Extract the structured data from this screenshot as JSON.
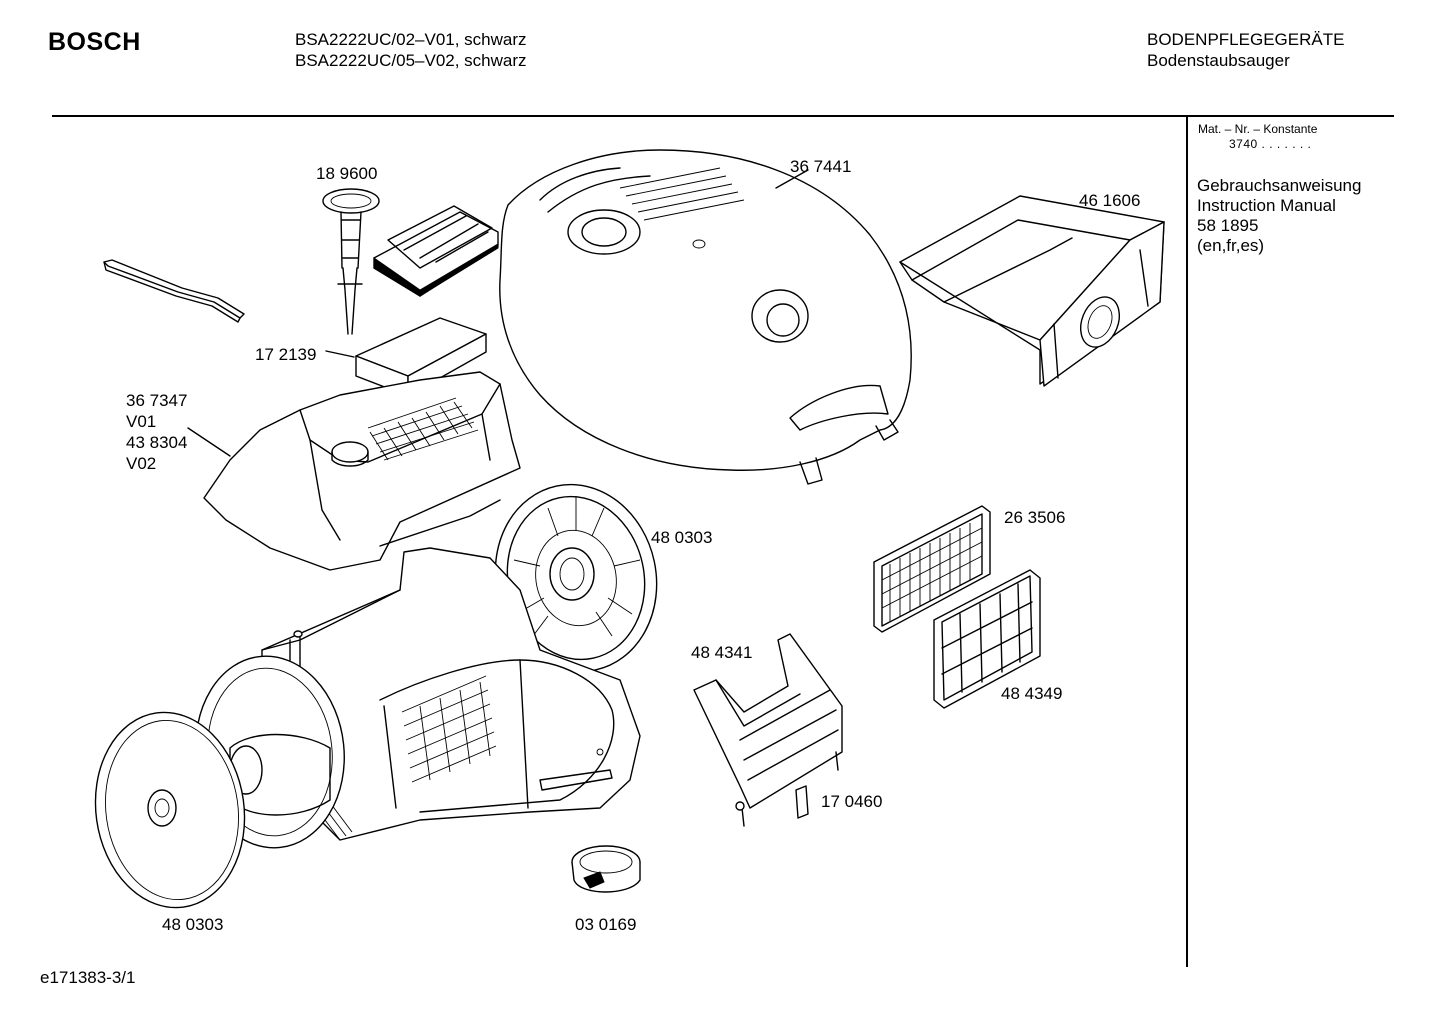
{
  "header": {
    "brand": "BOSCH",
    "model_lines": [
      "BSA2222UC/02–V01, schwarz",
      "BSA2222UC/05–V02, schwarz"
    ],
    "category_lines": [
      "BODENPFLEGEGERÄTE",
      "Bodenstaubsauger"
    ]
  },
  "sidebar": {
    "mat_header": "Mat. – Nr. – Konstante",
    "mat_value": "3740 . .   . . . . .",
    "manual_lines": [
      "Gebrauchsanweisung",
      "Instruction Manual",
      "58 1895",
      "(en,fr,es)"
    ]
  },
  "parts": {
    "p189600": "18 9600",
    "p367441": "36 7441",
    "p461606": "46 1606",
    "p172139": "17 2139",
    "p367347": "36 7347",
    "v01": "V01",
    "p438304": "43 8304",
    "v02": "V02",
    "p480303_top": "48 0303",
    "p263506": "26 3506",
    "p484341": "48 4341",
    "p484349": "48 4349",
    "p170460": "17 0460",
    "p480303_bottom": "48 0303",
    "p030169": "03 0169"
  },
  "footer": {
    "drawing_id": "e171383-3/1"
  }
}
